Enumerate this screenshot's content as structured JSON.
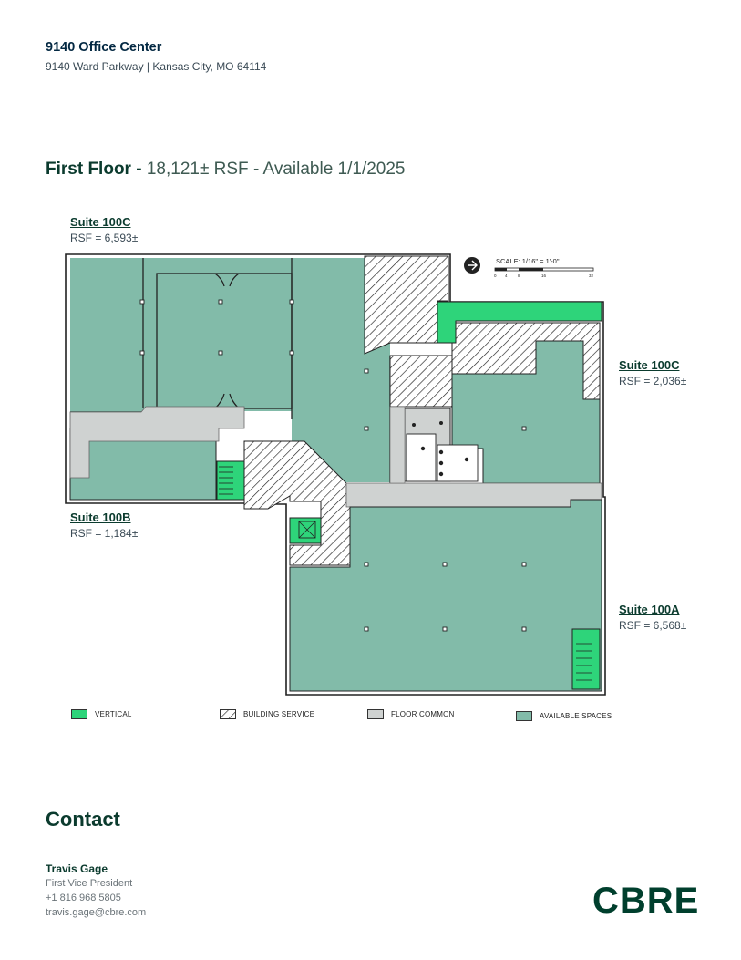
{
  "property": {
    "name": "9140 Office Center",
    "address": "9140 Ward Parkway  |  Kansas City, MO 64114"
  },
  "floor": {
    "title_bold": "First Floor  -",
    "title_rest": "18,121± RSF - Available 1/1/2025"
  },
  "suites": [
    {
      "name": "Suite 100C",
      "rsf": "RSF = 6,593±"
    },
    {
      "name": "Suite 100B",
      "rsf": "RSF = 1,184±"
    },
    {
      "name": "Suite 100C",
      "rsf": "RSF = 2,036±"
    },
    {
      "name": "Suite 100A",
      "rsf": "RSF = 6,568±"
    }
  ],
  "scale": {
    "label": "SCALE:  1/16\" = 1'-0\"",
    "ticks": [
      "0",
      "4",
      "8",
      "16",
      "32"
    ]
  },
  "legend": [
    {
      "label": "VERTICAL",
      "color": "#2ed47a"
    },
    {
      "label": "BUILDING SERVICE",
      "color": "hatch"
    },
    {
      "label": "FLOOR COMMON",
      "color": "#cfd2d1"
    },
    {
      "label": "AVAILABLE SPACES",
      "color": "#82bba9"
    }
  ],
  "colors": {
    "available": "#82bba9",
    "common": "#cfd2d1",
    "vertical": "#2ed47a",
    "brand": "#003f2d"
  },
  "contact": {
    "heading": "Contact",
    "name": "Travis Gage",
    "title": "First Vice President",
    "phone": "+1 816 968 5805",
    "email": "travis.gage@cbre.com"
  },
  "logo": "CBRE"
}
